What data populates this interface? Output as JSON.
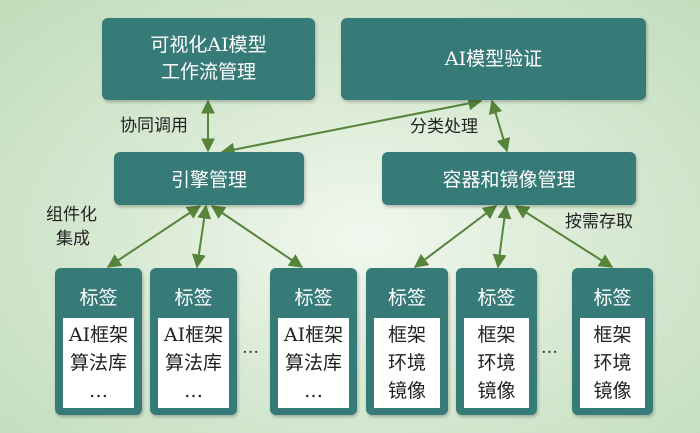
{
  "top_boxes": {
    "workflow": [
      "可视化AI模型",
      "工作流管理"
    ],
    "verify": "AI模型验证"
  },
  "mid_boxes": {
    "engine": "引擎管理",
    "container": "容器和镜像管理"
  },
  "labels": {
    "coop": "协同调用",
    "classify": "分类处理",
    "component": [
      "组件化",
      "集成"
    ],
    "ondemand": "按需存取"
  },
  "leaves": {
    "tag": "标签",
    "ai": [
      "AI框架",
      "算法库",
      "…"
    ],
    "env": [
      "框架",
      "环境",
      "镜像"
    ]
  },
  "ellipsis": "…",
  "colors": {
    "box": "#377b79",
    "arrow": "#55843a"
  }
}
